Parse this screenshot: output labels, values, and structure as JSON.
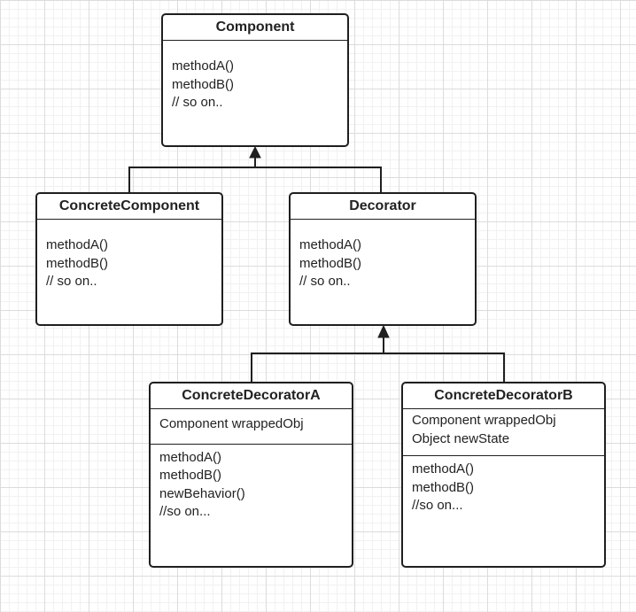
{
  "classes": {
    "component": {
      "name": "Component",
      "attributes": [],
      "methods": [
        "methodA()",
        "methodB()",
        "// so on.."
      ]
    },
    "concrete_component": {
      "name": "ConcreteComponent",
      "attributes": [],
      "methods": [
        "methodA()",
        "methodB()",
        "// so on.."
      ]
    },
    "decorator": {
      "name": "Decorator",
      "attributes": [],
      "methods": [
        "methodA()",
        "methodB()",
        "// so on.."
      ]
    },
    "concrete_decorator_a": {
      "name": "ConcreteDecoratorA",
      "attributes": [
        "Component wrappedObj"
      ],
      "methods": [
        "methodA()",
        "methodB()",
        "newBehavior()",
        "//so on..."
      ]
    },
    "concrete_decorator_b": {
      "name": "ConcreteDecoratorB",
      "attributes": [
        "Component wrappedObj",
        "Object newState"
      ],
      "methods": [
        "methodA()",
        "methodB()",
        "//so on..."
      ]
    }
  },
  "relations": [
    {
      "type": "generalization",
      "from": "concrete_component",
      "to": "component"
    },
    {
      "type": "generalization",
      "from": "decorator",
      "to": "component"
    },
    {
      "type": "generalization",
      "from": "concrete_decorator_a",
      "to": "decorator"
    },
    {
      "type": "generalization",
      "from": "concrete_decorator_b",
      "to": "decorator"
    }
  ],
  "colors": {
    "stroke": "#1f1f1f",
    "box_fill": "#ffffff",
    "grid_major": "#dcdcdc",
    "grid_minor": "#f1f1f1"
  }
}
